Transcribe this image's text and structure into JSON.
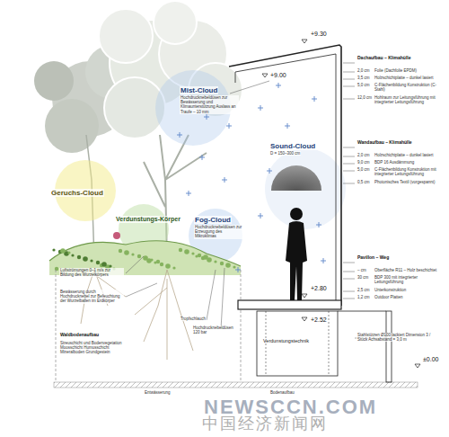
{
  "diagram": {
    "labels": [
      "+9.30",
      "+9.00",
      "Mist-Cloud",
      "Hochdrucknebeldüsen zur Bewässerung und Klimaunterstützung Auslass an Traufe – 10 mm",
      "Sound-Cloud",
      "D = 150–300 cm",
      "Geruchs-Cloud",
      "Verdunstungs-Körper",
      "Fog-Cloud",
      "Hochdrucknebeldüsen zur Erzeugung des Mikroklimas",
      "+2.80",
      "+2.52",
      "Verdunstungstechnik",
      "±0.00",
      "Dachaufbau – Klimahülle",
      "2,0 cm",
      "Folie (Dachfolie EPDM)",
      "3,5 cm",
      "Holzschichtplatte – dunkel lasiert",
      "5,0 cm",
      "C-Flächenbildung Konstruktion (C-Stahl)",
      "12,0 cm",
      "Hohlraum zur Leitungsführung mit integrierter Leitungsführung",
      "Wandaufbau – Klimahülle",
      "2,0 cm",
      "Holzschichtplatte – dunkel lasiert",
      "9,0 cm",
      "BDP 16 Ausdämmung",
      "5,0 cm",
      "C-Flächenbildung Konstruktion mit integrierter Leitungsführung",
      "0,5 cm",
      "Photonisches Textil (vorgespannt)",
      "Pavillon – Weg",
      "– cm",
      "Oberfläche R11 – Holz beschichtet",
      "30 cm",
      "BDP 300 mit integrierter Leitungsführung",
      "2,5 cm",
      "Unterkonstruktion",
      "1,2 cm",
      "Outdoor Platten",
      "Stahlstützen Ø100 lackiert Dimension 3 / Stück Achsabstand = 3,0 m",
      "Luftströmungen 0–1 m/s zur Bildung des Wurzelkörpers",
      "Bewässerung durch Hochdrucknebel zur Befeuchtung der Wurzelballen im Erdkörper",
      "Waldbodenaufbau",
      "Streuschicht und Bodenvegetation Moosschicht Humusschicht Mineralboden Grundgestein",
      "Tropfschlauch",
      "Hochdrucknebeldüsen 120 bar",
      "Entwässerung",
      "Bodenaufbau",
      "NEWSCCN.COM",
      "中国经济新闻网"
    ]
  }
}
